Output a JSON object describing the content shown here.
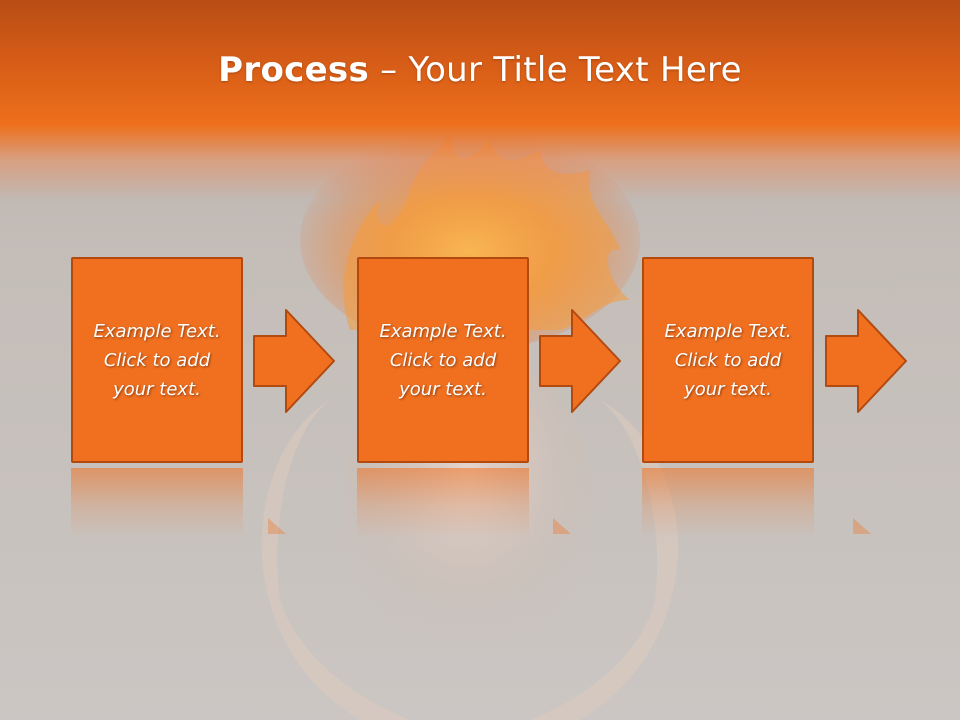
{
  "slide": {
    "title_bold": "Process",
    "title_rest": " – Your Title Text Here"
  },
  "steps": [
    {
      "line1": "Example Text.",
      "line2": "Click  to add",
      "line3": "your text."
    },
    {
      "line1": "Example Text.",
      "line2": "Click  to add",
      "line3": "your text."
    },
    {
      "line1": "Example Text.",
      "line2": "Click  to add",
      "line3": "your text."
    }
  ],
  "colors": {
    "accent": "#f07020",
    "accent_border": "#b24a10",
    "header": "#ee6f1b",
    "background": "#c9c4c1"
  },
  "icons": [
    "right-arrow-icon"
  ]
}
